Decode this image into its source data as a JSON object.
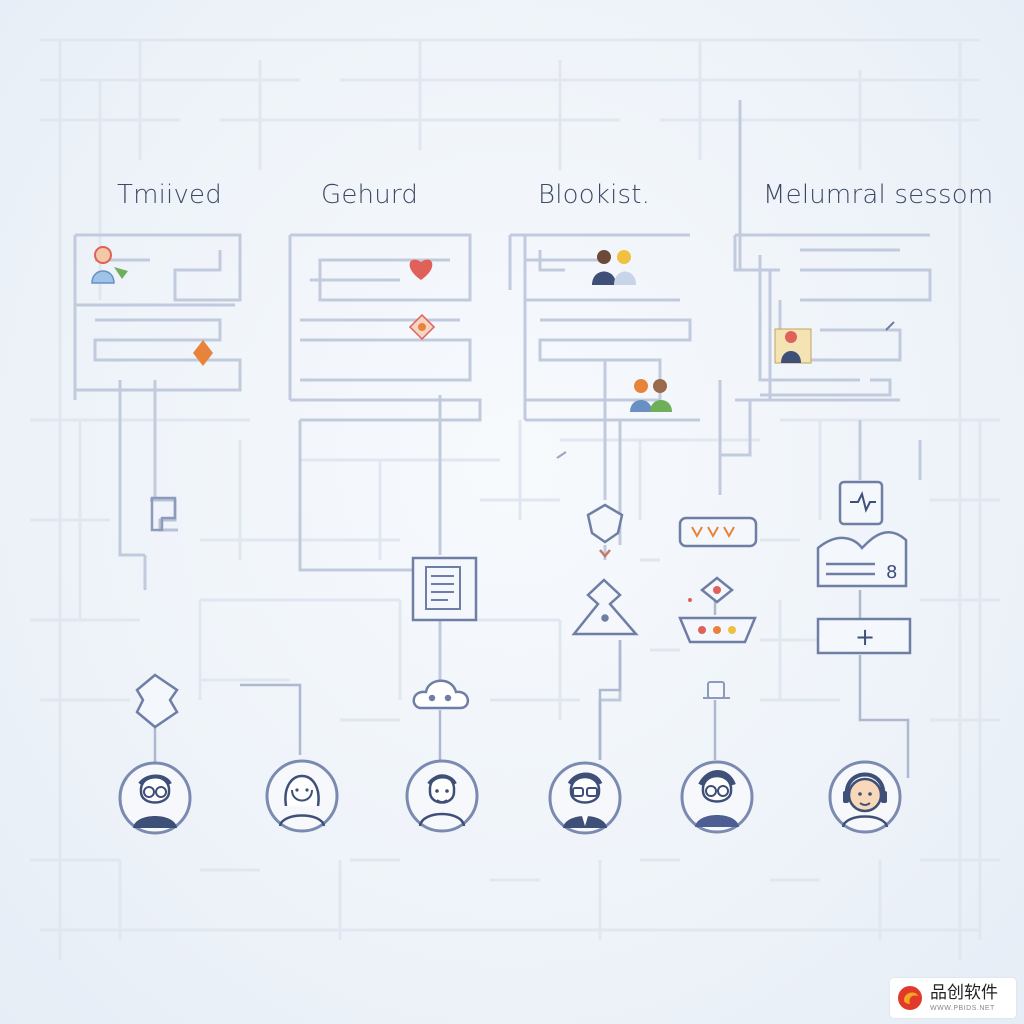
{
  "columns": [
    {
      "title": "Tmiived"
    },
    {
      "title": "Gehurd"
    },
    {
      "title": "Blookist."
    },
    {
      "title": "Melumral sessom"
    }
  ],
  "colors": {
    "line": "#c4cde0",
    "maze": "#dfe6f0",
    "node_stroke": "#5b6b96",
    "accent_red": "#e0605a",
    "accent_orange": "#e8843a",
    "accent_green": "#6fae5a"
  },
  "icons": [
    "person-icon",
    "heart-icon",
    "team-icon",
    "shield-icon",
    "document-icon",
    "cloud-icon",
    "flow-icon",
    "plus-icon",
    "chat-icon",
    "avatar-icon"
  ],
  "nodes": {
    "book_number": "8",
    "plus_symbol": "+"
  },
  "watermark": {
    "text": "品创软件",
    "subtext": "WWW.PBIDS.NET"
  }
}
